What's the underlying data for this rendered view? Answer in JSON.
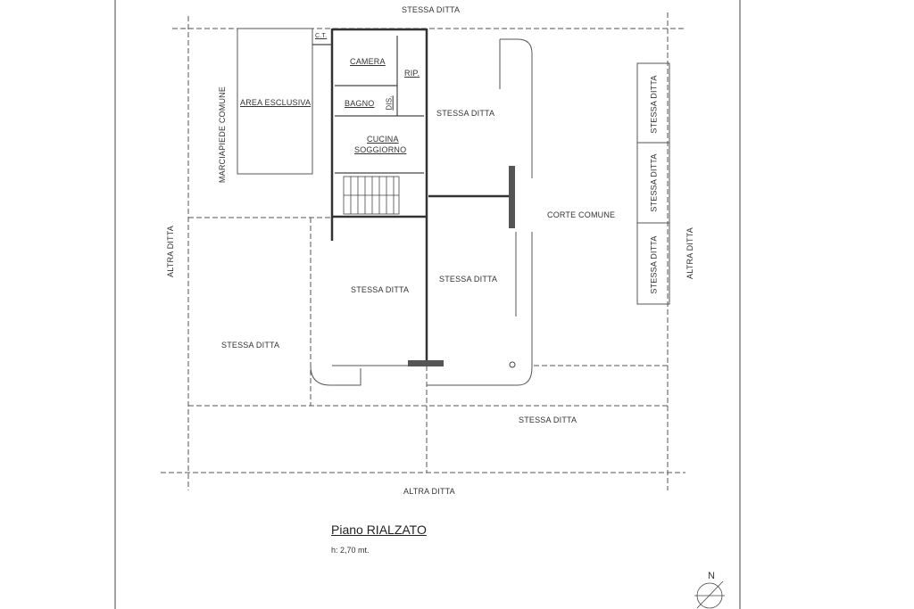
{
  "labels": {
    "top": "STESSA DITTA",
    "bottom": "ALTRA DITTA",
    "left": "ALTRA DITTA",
    "right": "ALTRA DITTA",
    "marciapiede": "MARCIAPIEDE COMUNE",
    "area_esclusiva": "AREA ESCLUSIVA",
    "ct": "C.T.",
    "camera": "CAMERA",
    "rip": "RIP.",
    "bagno": "BAGNO",
    "dis": "DIS.",
    "cucina": "CUCINA",
    "soggiorno": "SOGGIORNO",
    "stessa_upper_mid": "STESSA DITTA",
    "corte_comune": "CORTE COMUNE",
    "stessa_center_left": "STESSA DITTA",
    "stessa_center_right": "STESSA DITTA",
    "stessa_lower_left": "STESSA DITTA",
    "stessa_lower_right": "STESSA DITTA",
    "garage_1": "STESSA DITTA",
    "garage_2": "STESSA DITTA",
    "garage_3": "STESSA DITTA",
    "north": "N"
  },
  "title": "Piano RIALZATO",
  "height_note": "h: 2,70 mt."
}
